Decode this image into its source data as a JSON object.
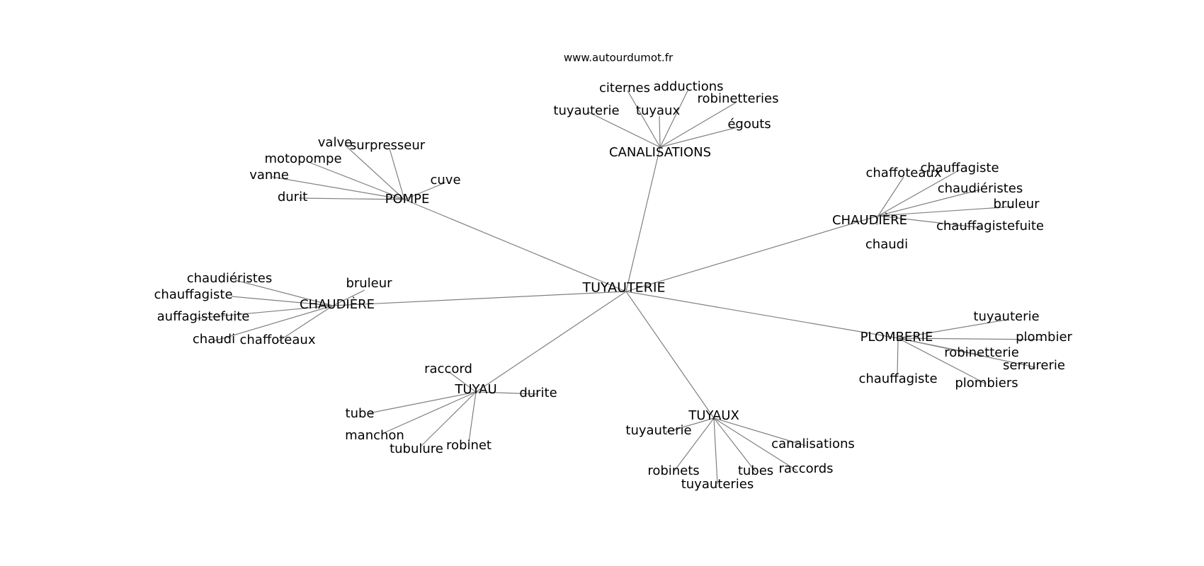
{
  "website": "www.autourdumot.fr",
  "root": {
    "label": "TUYAUTERIE"
  },
  "clusters": [
    {
      "id": "canalisations",
      "label": "CANALISATIONS",
      "children": [
        "citernes",
        "adductions",
        "tuyauterie",
        "tuyaux",
        "robinetteries",
        "égouts"
      ]
    },
    {
      "id": "pompe",
      "label": "POMPE",
      "children": [
        "valve",
        "surpresseur",
        "motopompe",
        "vanne",
        "durit",
        "cuve"
      ]
    },
    {
      "id": "chaudiere-right",
      "label": "CHAUDIÈRE",
      "children": [
        "chaffoteaux",
        "chauffagiste",
        "chaudiéristes",
        "bruleur",
        "chauffagistefuite",
        "chaudi"
      ]
    },
    {
      "id": "chaudiere-left",
      "label": "CHAUDIÈRE",
      "children": [
        "chaudiéristes",
        "chauffagiste",
        "bruleur",
        "auffagistefuite",
        "chaudi",
        "chaffoteaux"
      ]
    },
    {
      "id": "plomberie",
      "label": "PLOMBERIE",
      "children": [
        "tuyauterie",
        "plombier",
        "robinetterie",
        "serrurerie",
        "chauffagiste",
        "plombiers"
      ]
    },
    {
      "id": "tuyau",
      "label": "TUYAU",
      "children": [
        "raccord",
        "durite",
        "tube",
        "manchon",
        "tubulure",
        "robinet"
      ]
    },
    {
      "id": "tuyaux",
      "label": "TUYAUX",
      "children": [
        "tuyauterie",
        "canalisations",
        "robinets",
        "tubes",
        "raccords",
        "tuyauteries"
      ]
    }
  ]
}
